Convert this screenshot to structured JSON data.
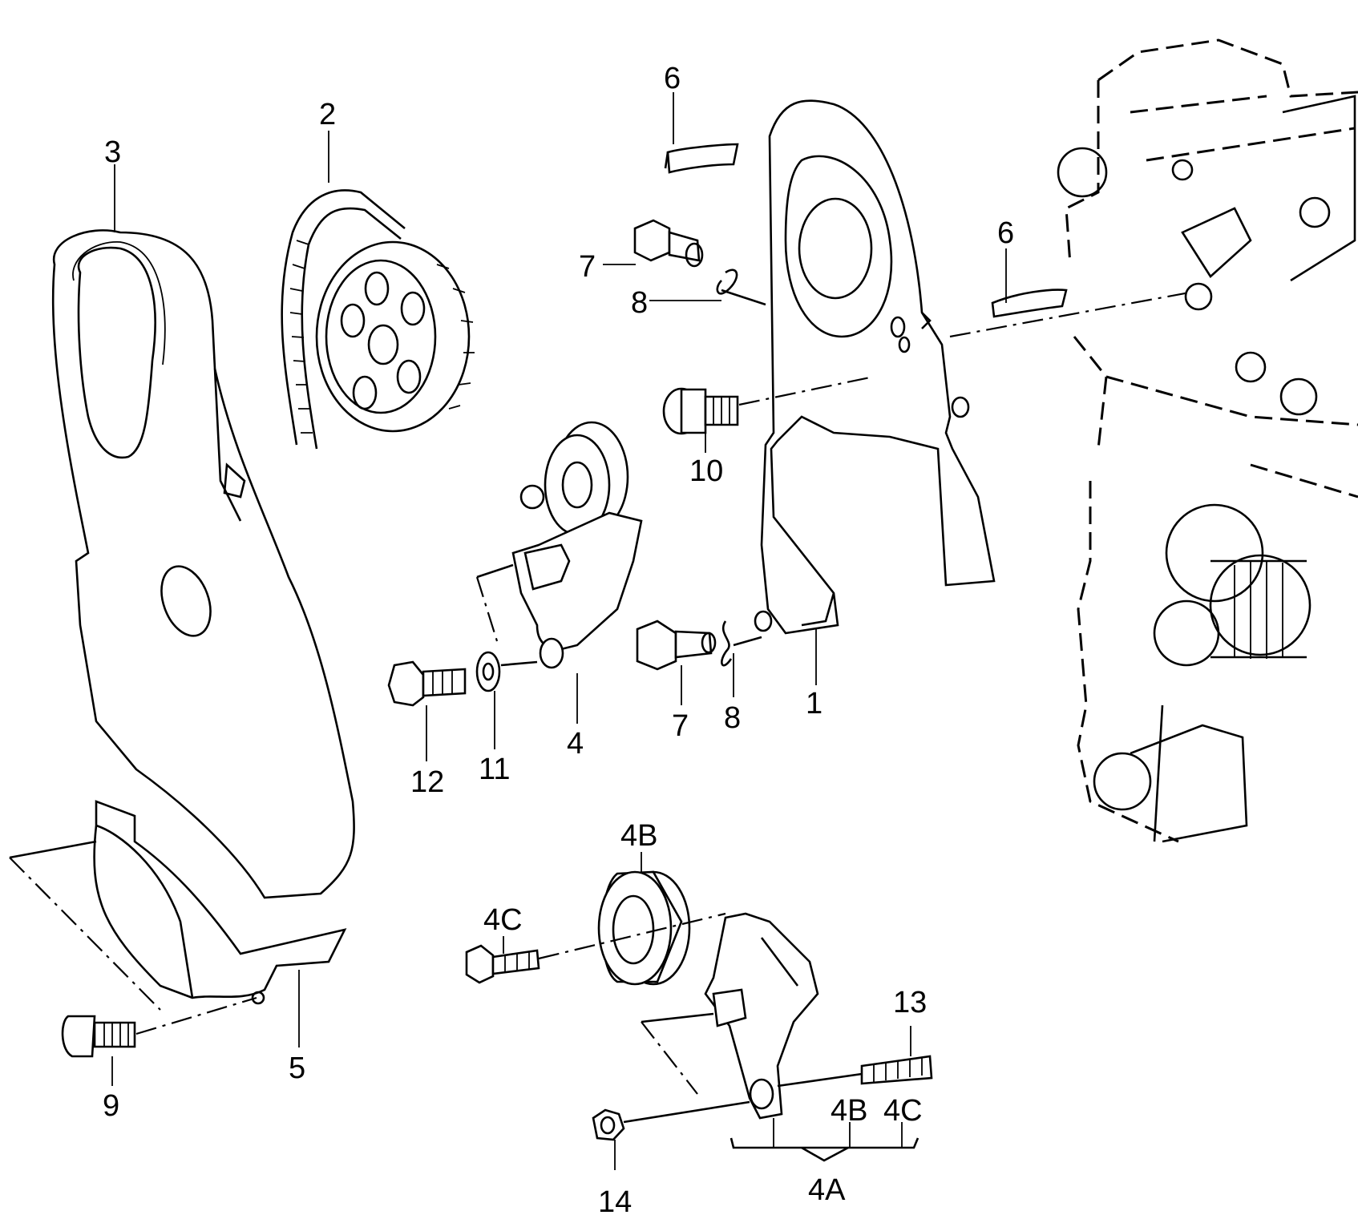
{
  "labels": {
    "p1": "1",
    "p2": "2",
    "p3": "3",
    "p4": "4",
    "p4a": "4A",
    "p4b_top": "4B",
    "p4c_left": "4C",
    "p4b_bracket": "4B",
    "p4c_bracket": "4C",
    "p5": "5",
    "p6_top": "6",
    "p6_right": "6",
    "p7_top": "7",
    "p7_bottom": "7",
    "p8_top": "8",
    "p8_bottom": "8",
    "p9": "9",
    "p10": "10",
    "p11": "11",
    "p12": "12",
    "p13": "13",
    "p14": "14"
  }
}
